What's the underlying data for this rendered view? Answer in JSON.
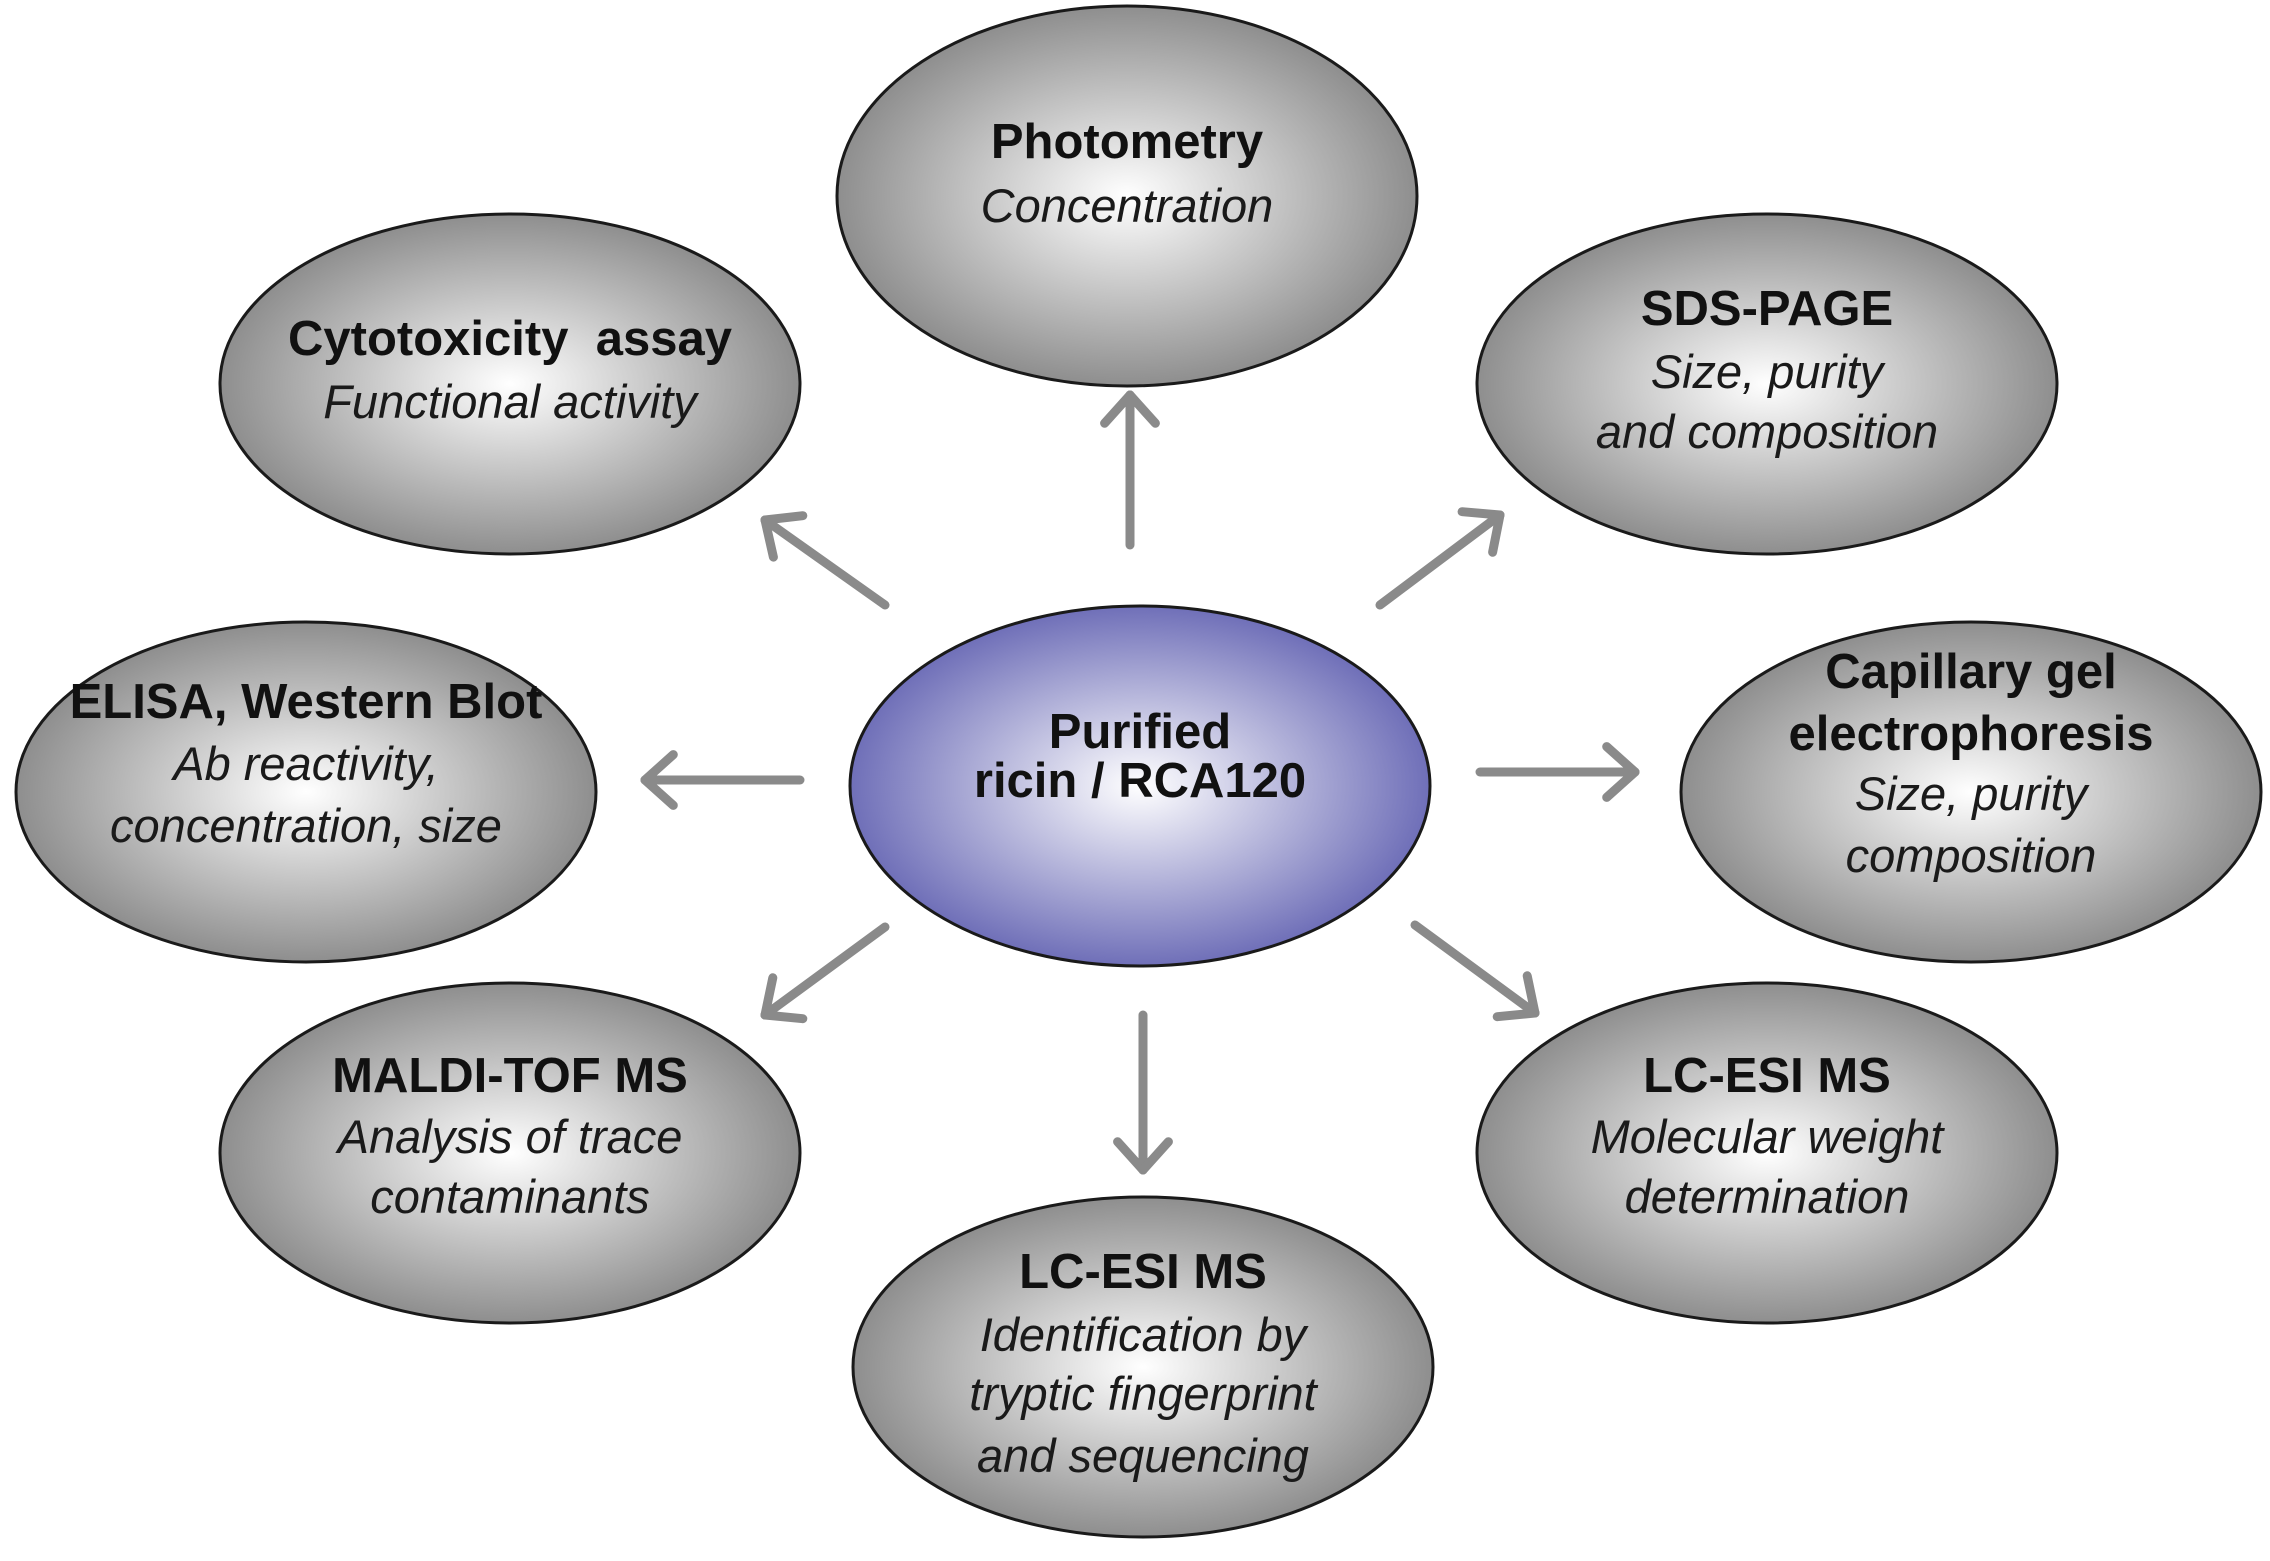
{
  "center": {
    "lines": [
      "Purified",
      "ricin / RCA120"
    ],
    "color": "#6f6fb8"
  },
  "nodes": [
    {
      "title": [
        "Photometry"
      ],
      "subtitle": [
        "Concentration"
      ]
    },
    {
      "title": [
        "SDS-PAGE"
      ],
      "subtitle": [
        "Size, purity",
        "and composition"
      ]
    },
    {
      "title": [
        "Capillary gel",
        "electrophoresis"
      ],
      "subtitle": [
        "Size, purity",
        "composition"
      ]
    },
    {
      "title": [
        "LC-ESI MS"
      ],
      "subtitle": [
        "Molecular weight",
        "determination"
      ]
    },
    {
      "title": [
        "LC-ESI MS"
      ],
      "subtitle": [
        "Identification by",
        "tryptic fingerprint",
        "and sequencing"
      ]
    },
    {
      "title": [
        "MALDI-TOF MS"
      ],
      "subtitle": [
        "Analysis of trace",
        "contaminants"
      ]
    },
    {
      "title": [
        "ELISA, Western Blot"
      ],
      "subtitle": [
        "Ab reactivity,",
        "concentration, size"
      ]
    },
    {
      "title": [
        "Cytotoxicity  assay"
      ],
      "subtitle": [
        "Functional activity"
      ]
    }
  ],
  "colors": {
    "node_edge": "#8e8e8e",
    "node_center": "#ffffff",
    "arrow": "#8a8a8a",
    "outline": "#1a1a1a"
  }
}
